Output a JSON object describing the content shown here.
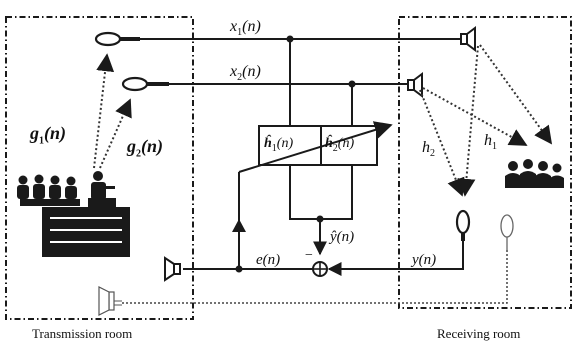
{
  "rooms": {
    "transmission": {
      "label": "Transmission room"
    },
    "receiving": {
      "label": "Receiving room"
    }
  },
  "signals": {
    "x1": {
      "name": "x",
      "sub": "1",
      "arg": "(n)"
    },
    "x2": {
      "name": "x",
      "sub": "2",
      "arg": "(n)"
    },
    "g1": {
      "name": "g",
      "sub": "1",
      "arg": "(n)"
    },
    "g2": {
      "name": "g",
      "sub": "2",
      "arg": "(n)"
    },
    "h1": {
      "name": "h",
      "sub": "1"
    },
    "h2": {
      "name": "h",
      "sub": "2"
    },
    "e": {
      "text": "e(n)"
    },
    "y": {
      "text": "y(n)"
    },
    "yhat": {
      "text": "ŷ(n)"
    },
    "minus": "−"
  },
  "filters": {
    "h1hat": {
      "name": "ĥ",
      "sub": "1",
      "arg": "(n)"
    },
    "h2hat": {
      "name": "ĥ",
      "sub": "2",
      "arg": "(n)"
    }
  },
  "colors": {
    "line": "#1a1a1a",
    "dotted": "#333333",
    "faint": "#888888"
  }
}
